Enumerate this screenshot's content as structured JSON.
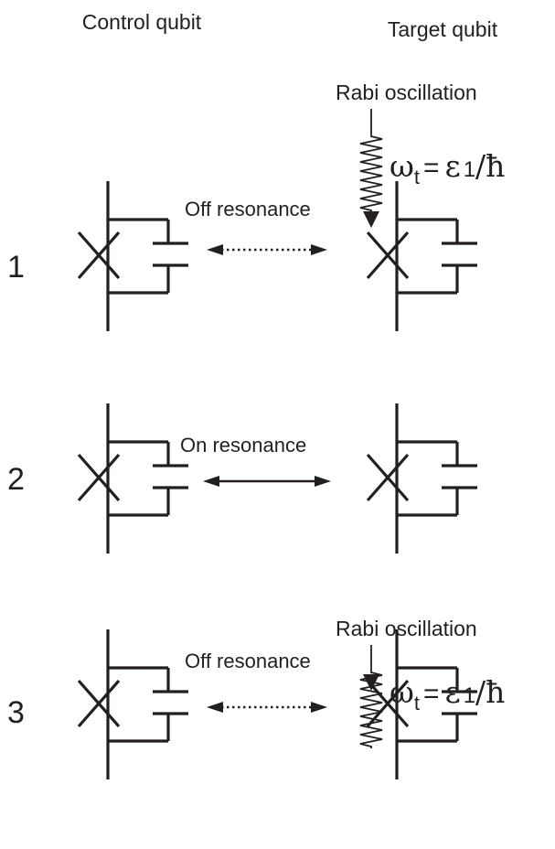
{
  "headers": {
    "control": "Control qubit",
    "target": "Target qubit"
  },
  "rows": [
    {
      "number": "1",
      "coupling_label": "Off resonance",
      "coupling": "off",
      "drive": {
        "label": "Rabi oscillation",
        "formula": {
          "omega": "ω",
          "sub": "t",
          "equals": "=",
          "epsilon": "ε",
          "index": "1",
          "hbar": "/ħ"
        }
      }
    },
    {
      "number": "2",
      "coupling_label": "On resonance",
      "coupling": "on",
      "drive": null
    },
    {
      "number": "3",
      "coupling_label": "Off resonance",
      "coupling": "off",
      "drive": {
        "label": "Rabi oscillation",
        "formula": {
          "omega": "ω",
          "sub": "t",
          "equals": "=",
          "epsilon": "ε",
          "index": "1",
          "hbar": "/ħ"
        }
      }
    }
  ]
}
